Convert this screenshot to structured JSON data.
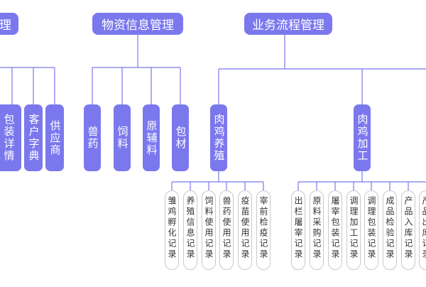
{
  "colors": {
    "node": "#7b78ee",
    "node_text": "#ffffff",
    "leaf_border": "#c9c9c9",
    "leaf_text": "#333333"
  },
  "headers": {
    "left_partial": "理",
    "material": "物资信息管理",
    "business": "业务流程管理"
  },
  "left_children": [
    "包装详情",
    "客户字典",
    "供应商"
  ],
  "material_children": [
    "兽药",
    "饲料",
    "原辅料",
    "包材"
  ],
  "business_children": {
    "raising": {
      "label": "肉鸡养殖",
      "items": [
        "雏鸡孵化记录",
        "养殖信息记录",
        "饲料使用记录",
        "兽药使用记录",
        "疫苗使用记录",
        "宰前检疫记录"
      ]
    },
    "processing": {
      "label": "肉鸡加工",
      "items": [
        "出栏屠宰记录",
        "原料采购记录",
        "屠宰包装记录",
        "调理加工记录",
        "调理包装记录",
        "成品检验记录",
        "产品入库记录",
        "产品出库记录"
      ]
    }
  }
}
